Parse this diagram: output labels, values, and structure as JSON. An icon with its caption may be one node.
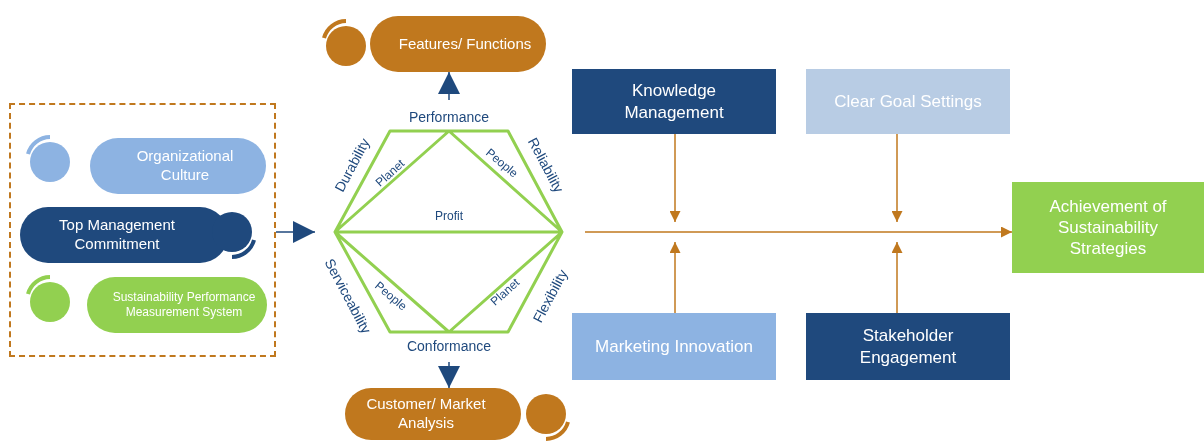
{
  "diagram": {
    "nodes": [
      {
        "text": [],
        "shape": "box"
      },
      {
        "text": [
          "Organizational Culture"
        ],
        "in": 0
      },
      {
        "text": [
          "Top Management Commitment"
        ],
        "in": 0
      },
      {
        "text": [
          "Sustainability Performance Measurement System"
        ],
        "in": 0
      },
      {
        "text": [
          "Features/ Functions"
        ]
      },
      {
        "text": [
          "Performance",
          "Durability",
          "Planet",
          "People",
          "Reliability",
          "Profit",
          "Serviceability",
          "People",
          "Planet",
          "Flexibility",
          "Conformance"
        ]
      },
      {
        "text": [
          "Customer/ Market Analysis"
        ]
      },
      {
        "text": [
          "Knowledge Management"
        ]
      },
      {
        "text": [
          "Clear Goal Settings"
        ]
      },
      {
        "text": [
          "Marketing Innovation"
        ]
      },
      {
        "text": [
          "Stakeholder Engagement"
        ]
      },
      {
        "text": [
          "Achievement of Sustainability Strategies"
        ]
      }
    ],
    "edges": [
      {
        "from": 0,
        "to": 5,
        "arrow": "to",
        "color": "#1f497d"
      },
      {
        "from": 5,
        "to": 4,
        "arrow": "to",
        "color": "#1f497d"
      },
      {
        "from": 5,
        "to": 6,
        "arrow": "to",
        "color": "#1f497d"
      },
      {
        "from": 5,
        "to": 11,
        "arrow": "to"
      },
      {
        "from": 7,
        "to": null,
        "arrow": "to"
      },
      {
        "from": 8,
        "to": null,
        "arrow": "to"
      },
      {
        "from": 9,
        "to": null,
        "arrow": "to"
      },
      {
        "from": 10,
        "to": null,
        "arrow": "to"
      }
    ]
  }
}
